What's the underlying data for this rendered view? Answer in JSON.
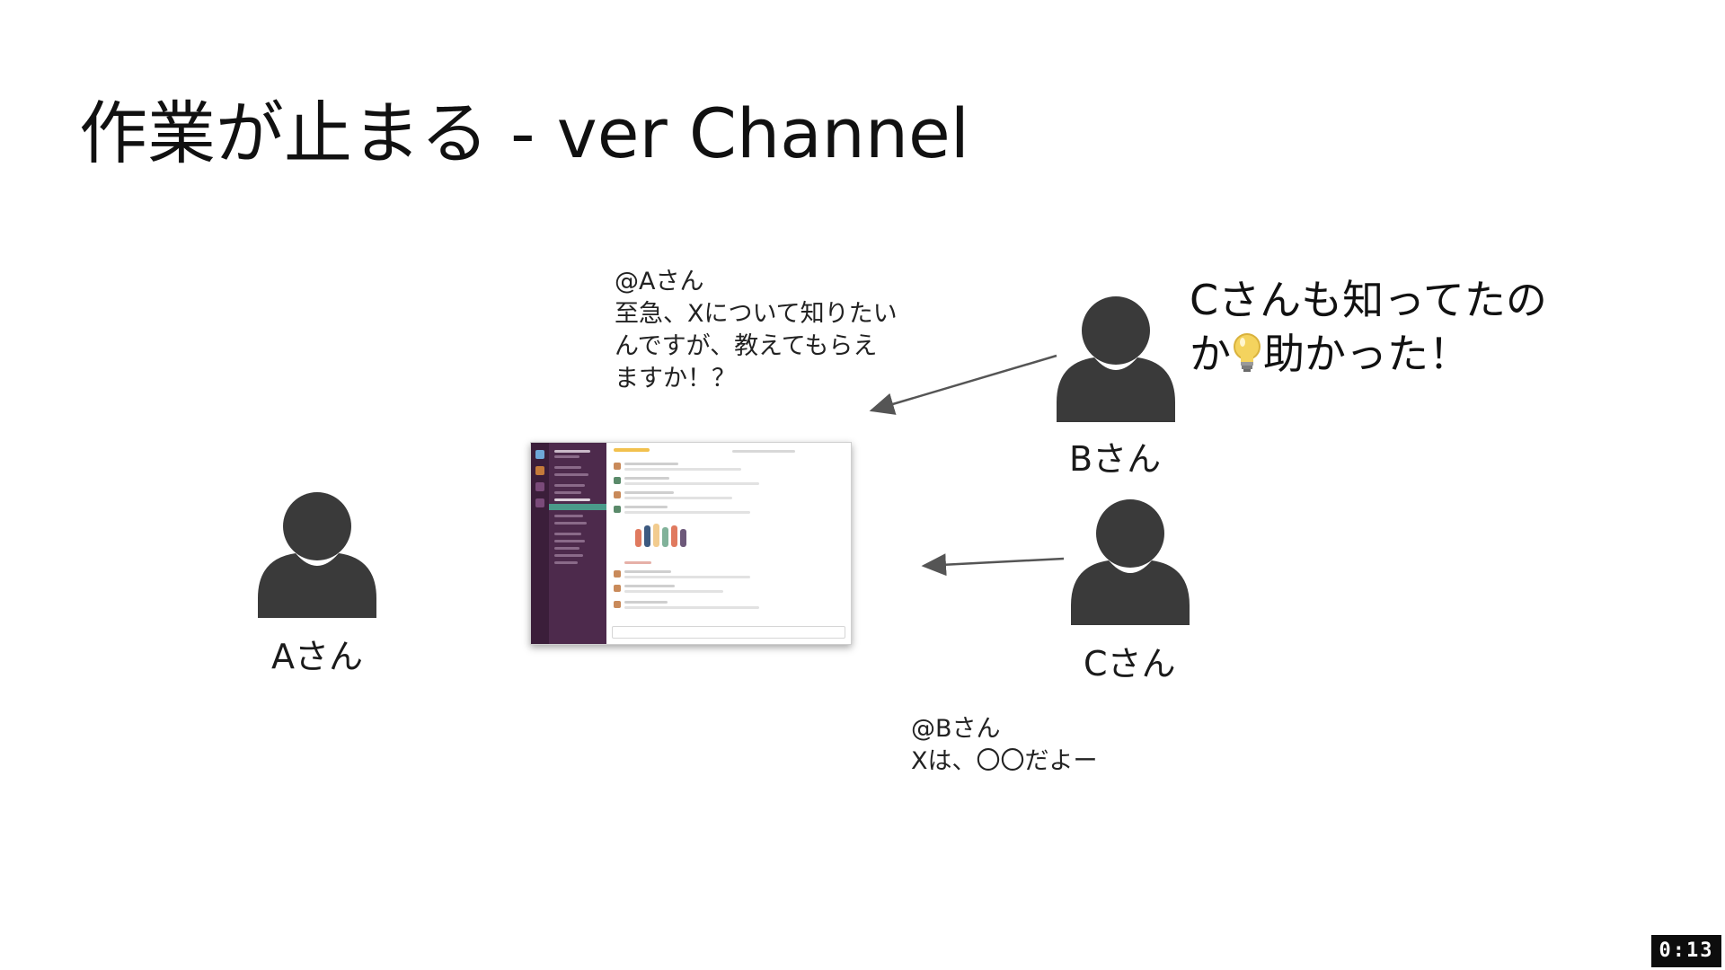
{
  "slide": {
    "title": "作業が止まる - ver Channel"
  },
  "people": {
    "a_label": "Aさん",
    "b_label": "Bさん",
    "c_label": "Cさん"
  },
  "messages": {
    "to_a": {
      "line1": "@Aさん",
      "line2": "至急、Xについて知りたい",
      "line3": "んですが、教えてもらえ",
      "line4": "ますか！？"
    },
    "to_b": {
      "line1": "@Bさん",
      "line2": "Xは、〇〇だよー"
    }
  },
  "speech": {
    "line1": "Cさんも知ってたの",
    "line2_a": "か",
    "line2_b": "助かった！"
  },
  "icons": {
    "person": "person-icon",
    "bulb": "lightbulb-icon",
    "chat": "chat-window-screenshot"
  },
  "colors": {
    "person": "#3a3a3a",
    "arrow": "#555555",
    "chat_sidebar": "#4d2a4c"
  },
  "video": {
    "timestamp": "0:13"
  }
}
